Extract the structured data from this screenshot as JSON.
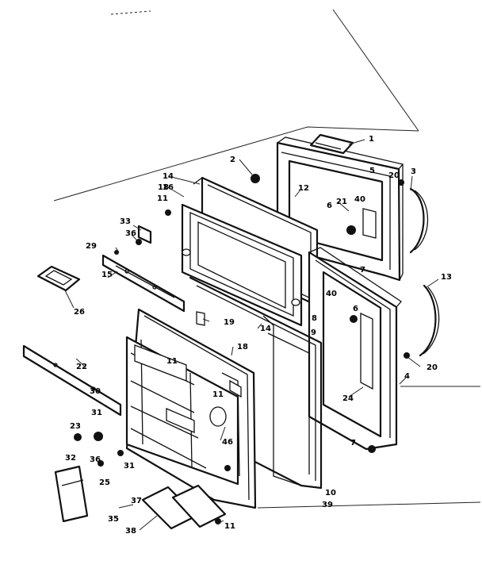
{
  "callouts": [
    {
      "id": "c1",
      "text": "1"
    },
    {
      "id": "c2",
      "text": "2"
    },
    {
      "id": "c3",
      "text": "3"
    },
    {
      "id": "c4",
      "text": "4"
    },
    {
      "id": "c5",
      "text": "5"
    },
    {
      "id": "c6a",
      "text": "6"
    },
    {
      "id": "c6b",
      "text": "6"
    },
    {
      "id": "c7a",
      "text": "7"
    },
    {
      "id": "c7b",
      "text": "7"
    },
    {
      "id": "c8",
      "text": "8"
    },
    {
      "id": "c9",
      "text": "9"
    },
    {
      "id": "c10",
      "text": "10"
    },
    {
      "id": "c11a",
      "text": "11"
    },
    {
      "id": "c11b",
      "text": "11"
    },
    {
      "id": "c11c",
      "text": "11"
    },
    {
      "id": "c11d",
      "text": "11"
    },
    {
      "id": "c12",
      "text": "12"
    },
    {
      "id": "c13",
      "text": "13"
    },
    {
      "id": "c14a",
      "text": "14"
    },
    {
      "id": "c14b",
      "text": "14"
    },
    {
      "id": "c15",
      "text": "15"
    },
    {
      "id": "c16",
      "text": "16"
    },
    {
      "id": "c18a",
      "text": "18"
    },
    {
      "id": "c18b",
      "text": "18"
    },
    {
      "id": "c19",
      "text": "19"
    },
    {
      "id": "c20a",
      "text": "20"
    },
    {
      "id": "c20b",
      "text": "20"
    },
    {
      "id": "c21",
      "text": "21"
    },
    {
      "id": "c22",
      "text": "22"
    },
    {
      "id": "c23",
      "text": "23"
    },
    {
      "id": "c24",
      "text": "24"
    },
    {
      "id": "c25",
      "text": "25"
    },
    {
      "id": "c26",
      "text": "26"
    },
    {
      "id": "c29",
      "text": "29"
    },
    {
      "id": "c30",
      "text": "30"
    },
    {
      "id": "c31a",
      "text": "31"
    },
    {
      "id": "c31b",
      "text": "31"
    },
    {
      "id": "c32",
      "text": "32"
    },
    {
      "id": "c33",
      "text": "33"
    },
    {
      "id": "c35",
      "text": "35"
    },
    {
      "id": "c36a",
      "text": "36"
    },
    {
      "id": "c36b",
      "text": "36"
    },
    {
      "id": "c37",
      "text": "37"
    },
    {
      "id": "c38",
      "text": "38"
    },
    {
      "id": "c39",
      "text": "39"
    },
    {
      "id": "c40a",
      "text": "40"
    },
    {
      "id": "c40b",
      "text": "40"
    },
    {
      "id": "c46",
      "text": "46"
    }
  ]
}
